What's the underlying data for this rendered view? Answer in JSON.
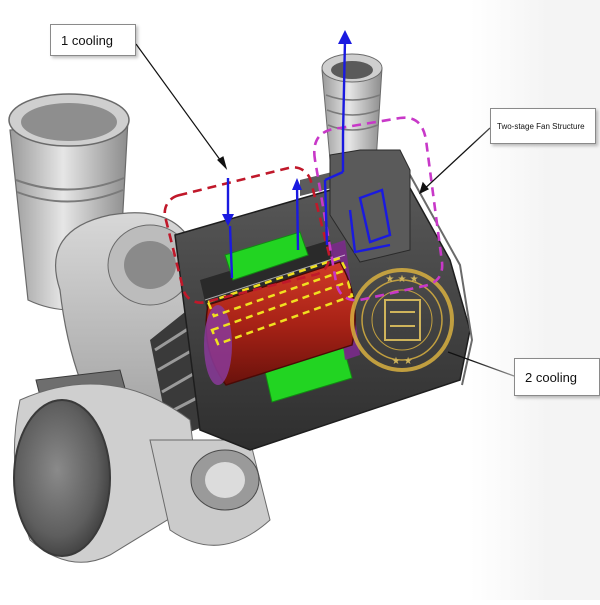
{
  "labels": {
    "cooling_1": "1 cooling",
    "fan_structure": "Two-stage Fan Structure",
    "cooling_2": "2 cooling"
  },
  "colors": {
    "stage1_outline": "#c0182a",
    "stage2_outline": "#c838c8",
    "airflow_arrows": "#1a1ae0",
    "magnet_green": "#22d422",
    "rotor_red": "#b02418",
    "yellow_dash": "#f0e020",
    "bearing_gold": "#d8b040",
    "housing_grey": "#4a4a4a"
  }
}
